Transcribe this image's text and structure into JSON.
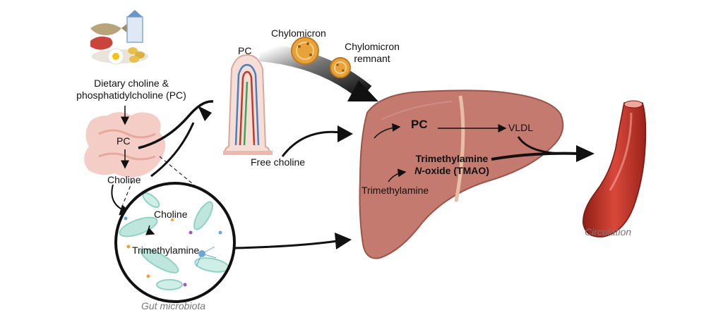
{
  "labels": {
    "dietary": [
      "Dietary choline &",
      "phosphatidylcholine (PC)"
    ],
    "pc_gut": "PC",
    "choline_gut": "Choline",
    "pc_villus": "PC",
    "chylomicron": "Chylomicron",
    "chylomicron_remnant": [
      "Chylomicron",
      "remnant"
    ],
    "free_choline": "Free choline",
    "pc_liver": "PC",
    "vldl": "VLDL",
    "tmao": [
      "Trimethylamine",
      "N-oxide (TMAO)"
    ],
    "tmao_n": "N",
    "tmao_rest": "-oxide (TMAO)",
    "trimethylamine_liver": "Trimethylamine",
    "microbiota_choline": "Choline",
    "microbiota_tma": "Trimethylamine",
    "gut_microbiota": "Gut microbiota",
    "circulation": "Circulation"
  },
  "icons": {
    "food": "food-icon",
    "intestine": "intestine-icon",
    "villus": "villus-icon",
    "chylomicron": "chylomicron-icon",
    "liver": "liver-icon",
    "blood_vessel": "blood-vessel-icon",
    "microbiota": "microbiota-icon"
  },
  "colors": {
    "liver": "#c47a6e",
    "intestine": "#f2c4bc",
    "vessel": "#c0392b",
    "chylomicron": "#e8a23a",
    "microbe": "#8fd3c4"
  }
}
